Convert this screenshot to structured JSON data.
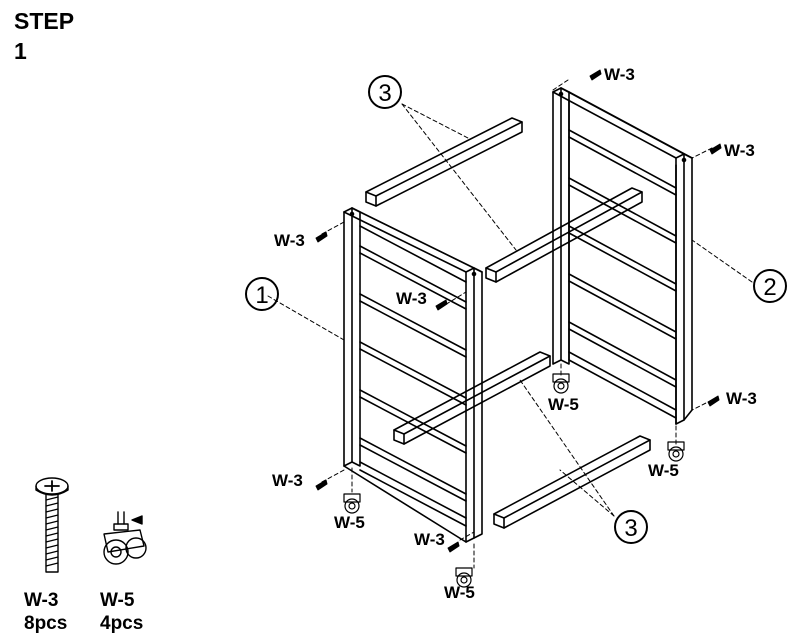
{
  "header": {
    "step_word": "STEP",
    "step_number": "1"
  },
  "parts": {
    "left_frame": "1",
    "right_frame": "2",
    "crossbar_top": "3",
    "crossbar_bottom": "3"
  },
  "callouts": {
    "screw": "W-3",
    "caster": "W-5"
  },
  "hardware": [
    {
      "code": "W-3",
      "qty": "8pcs",
      "icon": "screw-icon"
    },
    {
      "code": "W-5",
      "qty": "4pcs",
      "icon": "caster-icon"
    }
  ]
}
